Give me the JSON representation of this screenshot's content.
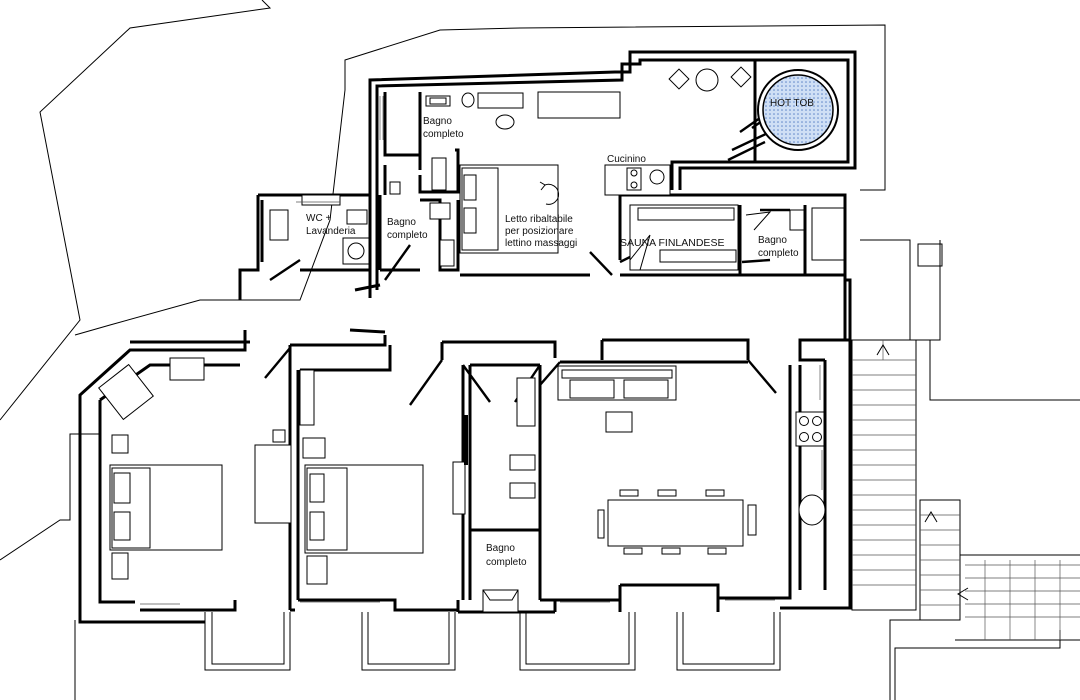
{
  "rooms": {
    "bagno_1": [
      "Bagno",
      "completo"
    ],
    "bagno_2": [
      "Bagno",
      "completo"
    ],
    "bagno_3": [
      "Bagno",
      "completo"
    ],
    "bagno_4": [
      "Bagno",
      "completo"
    ],
    "wc": [
      "WC +",
      "Lavanderia"
    ],
    "letto": [
      "Letto ribaltabile",
      "per posizionare",
      "lettino massaggi"
    ],
    "cucinino": "Cucinino",
    "sauna": "SAUNA FINLANDESE",
    "hot_tub": "HOT TOB"
  },
  "colors": {
    "line": "#000000",
    "tub_fill": "#bcd3f0",
    "background": "#ffffff"
  }
}
